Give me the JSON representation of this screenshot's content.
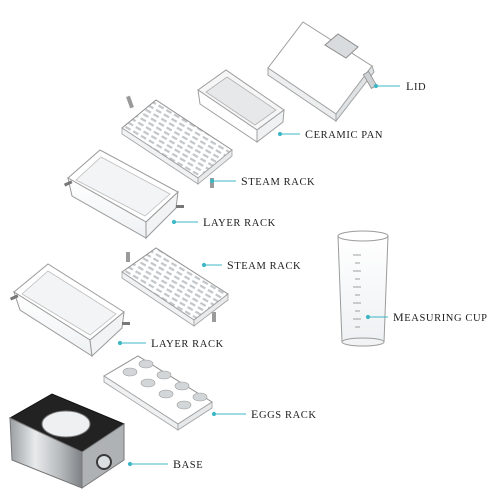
{
  "labels": {
    "lid": "LID",
    "ceramic_pan": "CERAMIC PAN",
    "steam_rack_top": "STEAM RACK",
    "layer_rack_top": "LAYER RACK",
    "steam_rack_middle": "STEAM RACK",
    "measuring_cup": "MEASURING CUP",
    "layer_rack_bottom": "LAYER RACK",
    "eggs_rack": "EGGS RACK",
    "base": "BASE"
  },
  "colors": {
    "leader": "#3fb7c5",
    "outline": "#8c8c8c",
    "base_body": "#c9ccce",
    "base_top": "#1e1e1e"
  }
}
